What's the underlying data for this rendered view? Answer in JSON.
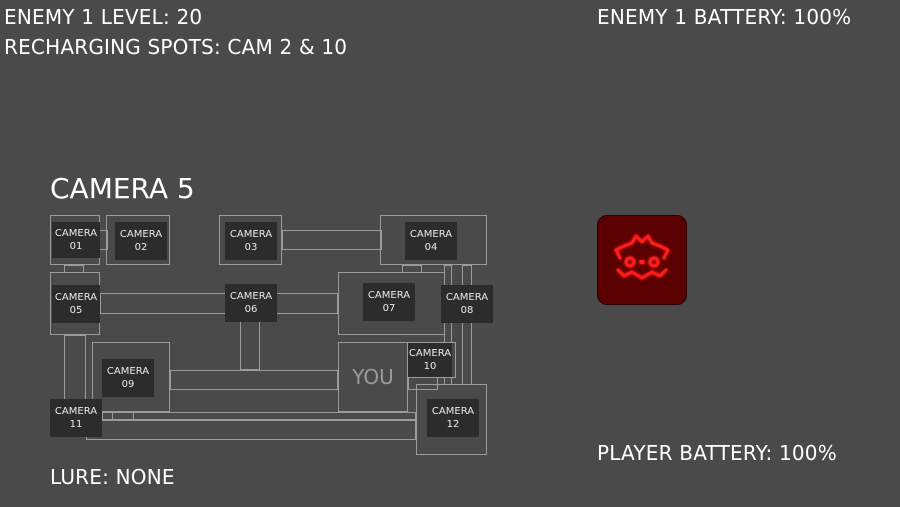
{
  "hud": {
    "enemy_level": "ENEMY 1 LEVEL: 20",
    "recharging_spots": "RECHARGING SPOTS: CAM 2 & 10",
    "enemy_battery": "ENEMY 1 BATTERY: 100%",
    "player_battery": "PLAYER BATTERY: 100%",
    "lure": "LURE: NONE"
  },
  "map": {
    "current_camera": "CAMERA 5",
    "you_label": "YOU",
    "cameras": [
      {
        "id": "01",
        "line1": "CAMERA",
        "line2": "01"
      },
      {
        "id": "02",
        "line1": "CAMERA",
        "line2": "02"
      },
      {
        "id": "03",
        "line1": "CAMERA",
        "line2": "03"
      },
      {
        "id": "04",
        "line1": "CAMERA",
        "line2": "04"
      },
      {
        "id": "05",
        "line1": "CAMERA",
        "line2": "05"
      },
      {
        "id": "06",
        "line1": "CAMERA",
        "line2": "06"
      },
      {
        "id": "07",
        "line1": "CAMERA",
        "line2": "07"
      },
      {
        "id": "08",
        "line1": "CAMERA",
        "line2": "08"
      },
      {
        "id": "09",
        "line1": "CAMERA",
        "line2": "09"
      },
      {
        "id": "10",
        "line1": "CAMERA",
        "line2": "10"
      },
      {
        "id": "11",
        "line1": "CAMERA",
        "line2": "11"
      },
      {
        "id": "12",
        "line1": "CAMERA",
        "line2": "12"
      }
    ]
  },
  "enemy": {
    "icon": "robot-face-icon",
    "glow_color": "#ff1a1a",
    "background_color": "#5a0000"
  }
}
